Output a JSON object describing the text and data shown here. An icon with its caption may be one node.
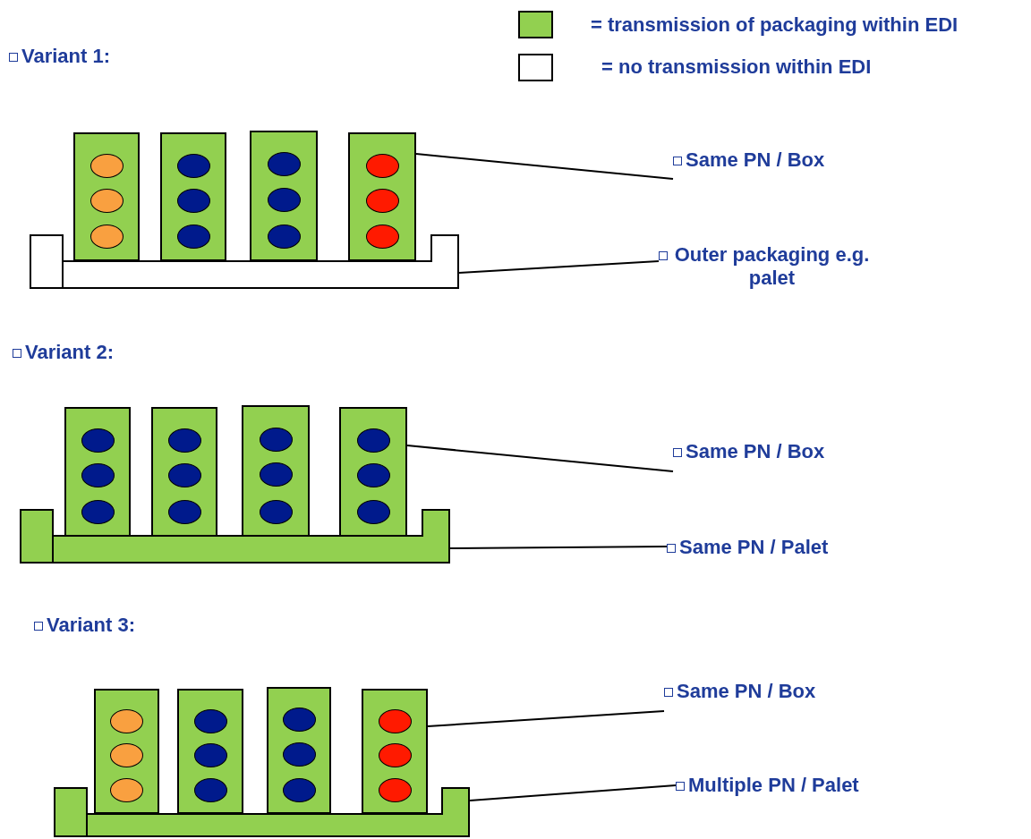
{
  "diagram": {
    "nodes": [
      {
        "text": [],
        "shape": "box"
      },
      {
        "text": [],
        "shape": "box"
      },
      {
        "text": [],
        "shape": "box"
      },
      {
        "text": [],
        "shape": "box"
      },
      {
        "text": [],
        "shape": "tray"
      },
      {
        "text": [
          "Same PN / Box"
        ]
      },
      {
        "text": [
          "Outer packaging e.g. palet"
        ]
      },
      {
        "text": [],
        "shape": "box"
      },
      {
        "text": [],
        "shape": "box"
      },
      {
        "text": [],
        "shape": "box"
      },
      {
        "text": [],
        "shape": "box"
      },
      {
        "text": [],
        "shape": "tray"
      },
      {
        "text": [
          "Same PN / Box"
        ]
      },
      {
        "text": [
          "Same PN / Palet"
        ]
      },
      {
        "text": [],
        "shape": "box"
      },
      {
        "text": [],
        "shape": "box"
      },
      {
        "text": [],
        "shape": "box"
      },
      {
        "text": [],
        "shape": "box"
      },
      {
        "text": [],
        "shape": "tray"
      },
      {
        "text": [
          "Same PN / Box"
        ]
      },
      {
        "text": [
          "Multiple PN / Palet"
        ]
      }
    ],
    "edges": [
      {
        "from": 5,
        "to": 3,
        "arrow": "none"
      },
      {
        "from": 6,
        "to": 4,
        "arrow": "none"
      },
      {
        "from": 12,
        "to": 10,
        "arrow": "none"
      },
      {
        "from": 13,
        "to": 11,
        "arrow": "none"
      },
      {
        "from": 19,
        "to": 17,
        "arrow": "none"
      },
      {
        "from": 20,
        "to": 18,
        "arrow": "none"
      }
    ],
    "labels": [
      "Variant 1:",
      "Variant 2:",
      "Variant 3:"
    ],
    "legend": [
      {
        "text": "= transmission of packaging within EDI",
        "color": "#92d050"
      },
      {
        "text": "= no transmission within EDI",
        "color": "#ffffff"
      }
    ]
  }
}
